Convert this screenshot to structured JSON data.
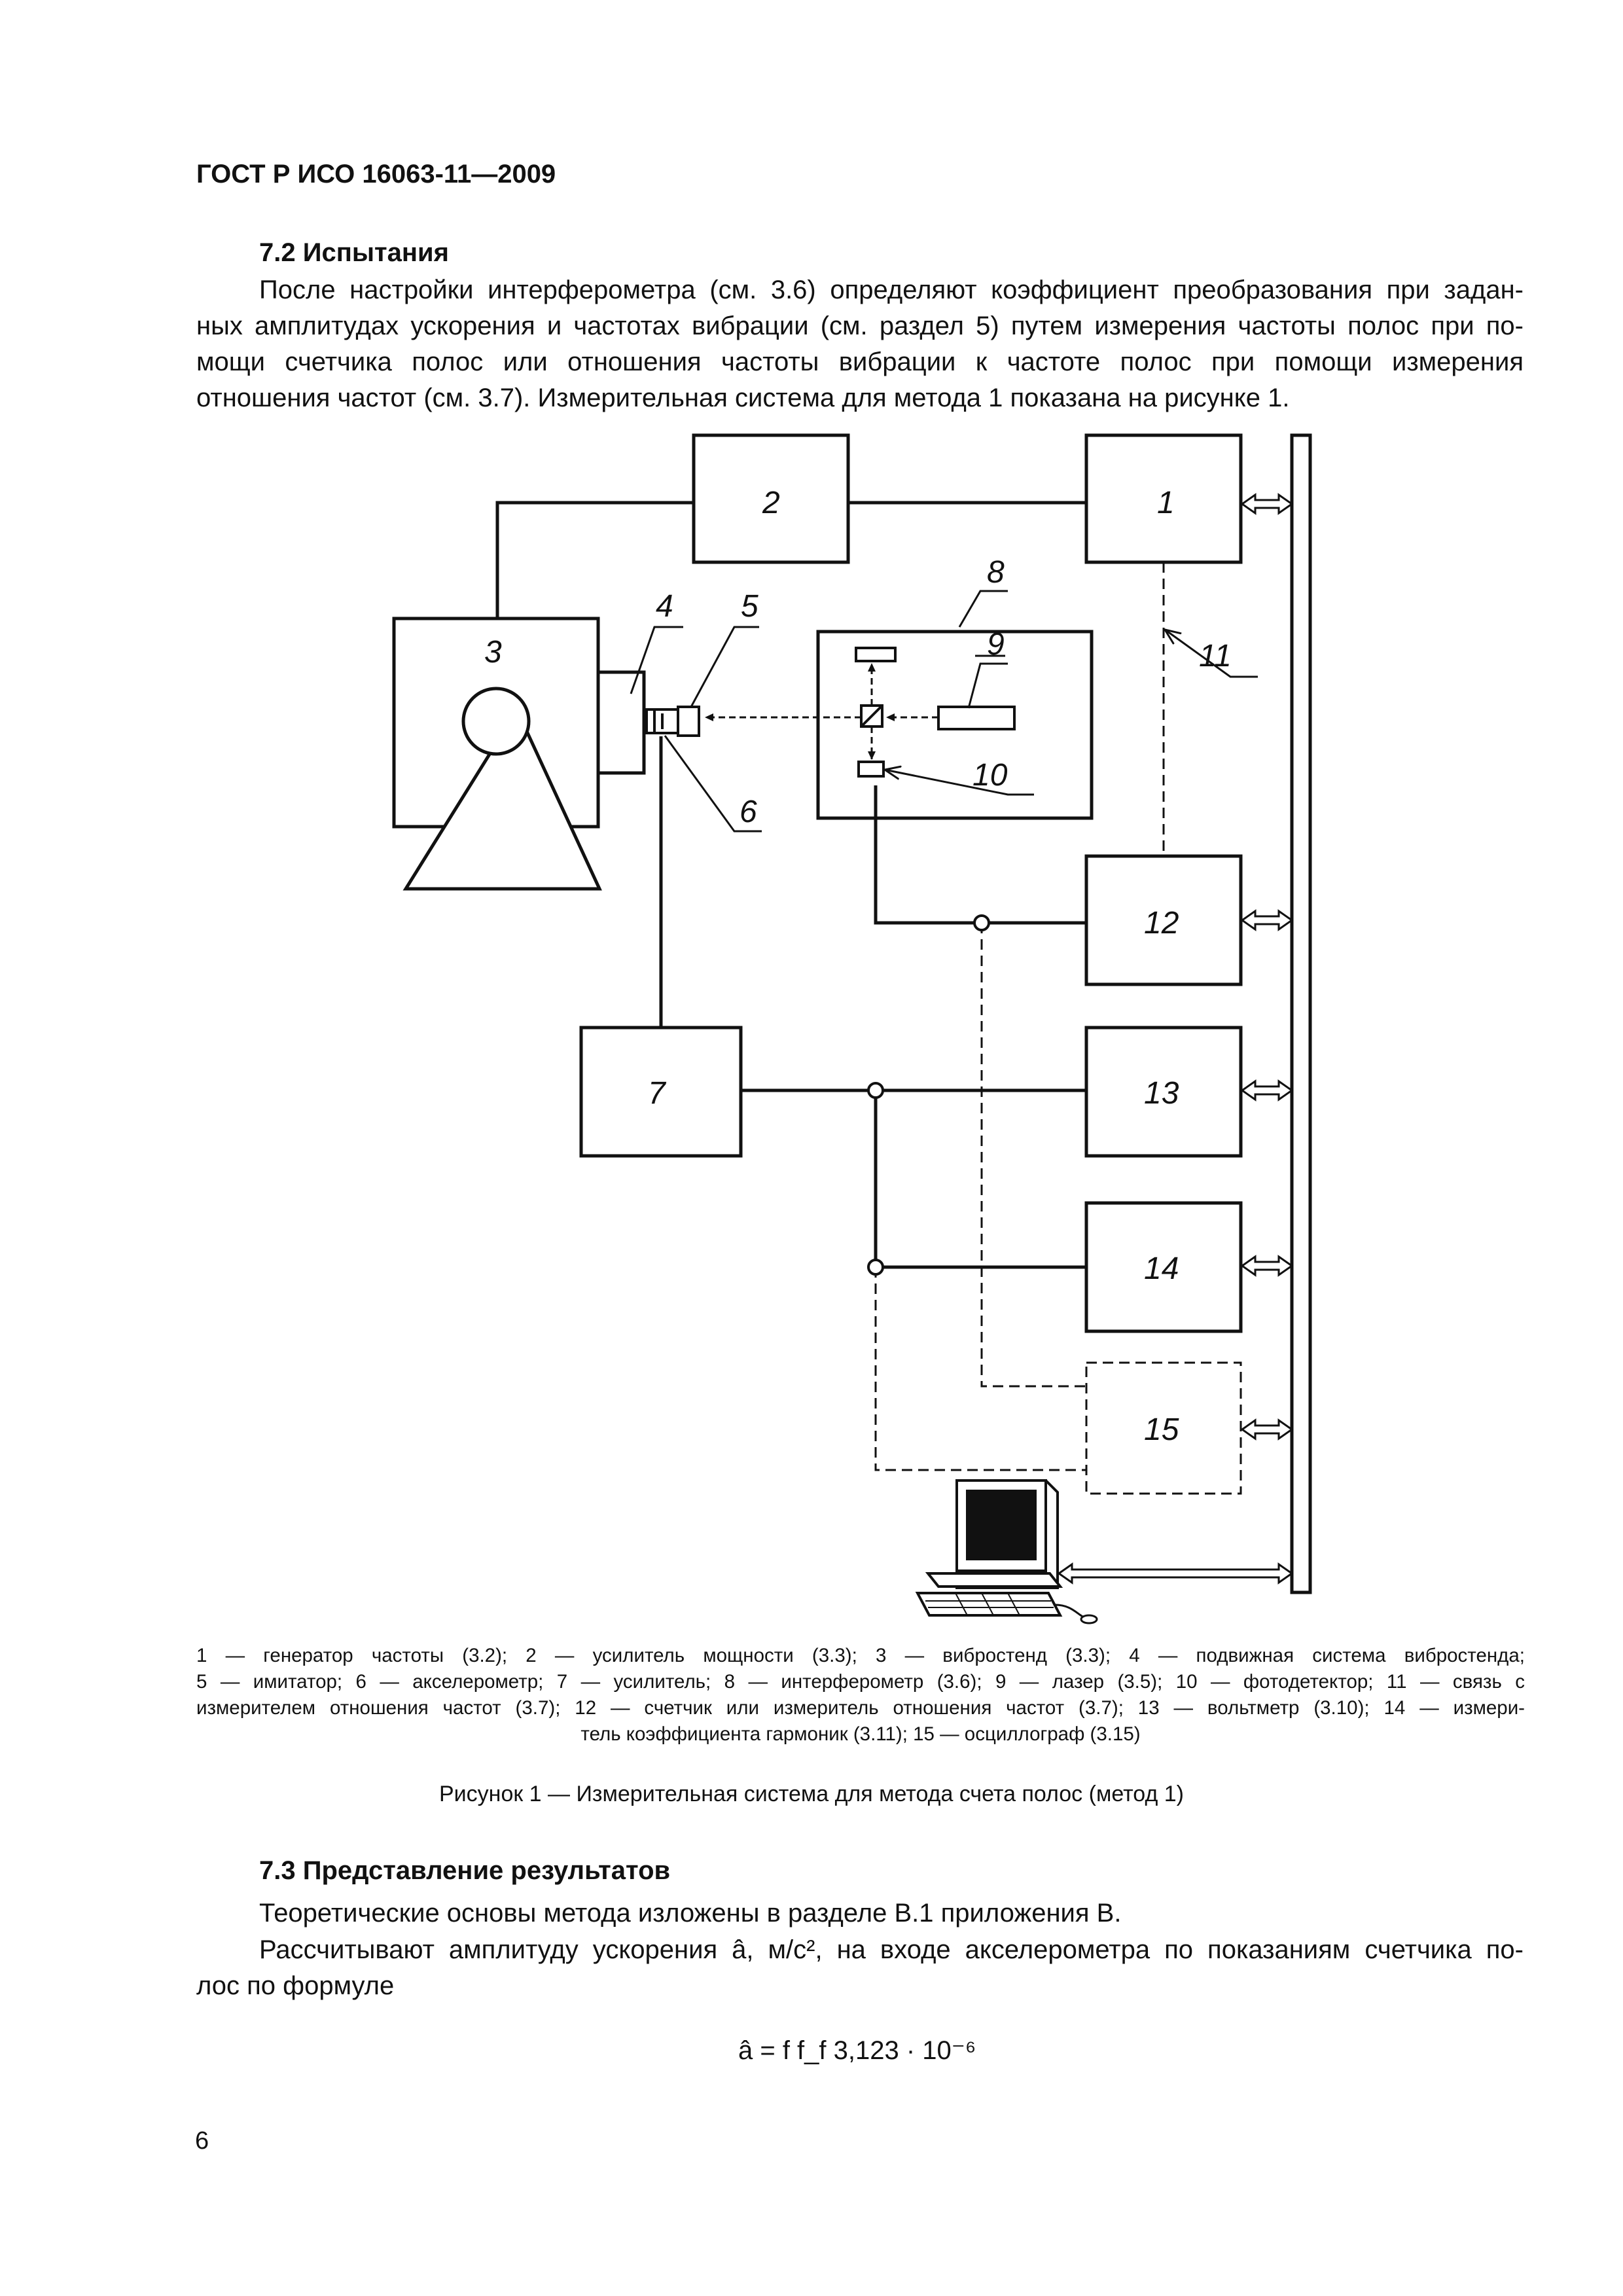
{
  "header": {
    "doc_id": "ГОСТ Р ИСО 16063-11—2009"
  },
  "section_7_2": {
    "heading": "7.2 Испытания",
    "lines": [
      "После настройки интерферометра (см. 3.6) определяют коэффициент преобразования при задан-",
      "ных амплитудах ускорения и частотах вибрации (см. раздел 5) путем измерения частоты полос при по-",
      "мощи счетчика полос или отношения частоты вибрации к частоте полос при помощи измерения",
      "отношения частот (см. 3.7). Измерительная система для метода 1 показана на рисунке 1."
    ]
  },
  "figure": {
    "labels": {
      "b1": "1",
      "b2": "2",
      "b3": "3",
      "b4": "4",
      "b5": "5",
      "b6": "6",
      "b7": "7",
      "b8": "8",
      "b9": "9",
      "b10": "10",
      "b11": "11",
      "b12": "12",
      "b13": "13",
      "b14": "14",
      "b15": "15"
    },
    "legend_lines": [
      "1 — генератор частоты (3.2); 2 — усилитель мощности (3.3); 3 — вибростенд (3.3); 4 — подвижная система вибростенда;",
      "5 — имитатор; 6 — акселерометр; 7 — усилитель; 8 — интерферометр (3.6); 9 — лазер (3.5); 10 — фотодетектор; 11 — связь с",
      "измерителем отношения частот (3.7); 12 — счетчик или измеритель отношения частот (3.7); 13 — вольтметр (3.10); 14 — измери-",
      "тель коэффициента гармоник (3.11); 15 — осциллограф (3.15)"
    ],
    "title": "Рисунок 1 — Измерительная система для метода счета полос (метод 1)"
  },
  "section_7_3": {
    "heading": "7.3 Представление результатов",
    "para1": "Теоретические основы метода изложены в разделе В.1 приложения В.",
    "para2_lines": [
      "Рассчитывают амплитуду ускорения â, м/с², на входе акселерометра по показаниям счетчика по-",
      "лос по формуле"
    ],
    "formula": "â = f f_f 3,123 · 10⁻⁶"
  },
  "page_number": "6"
}
